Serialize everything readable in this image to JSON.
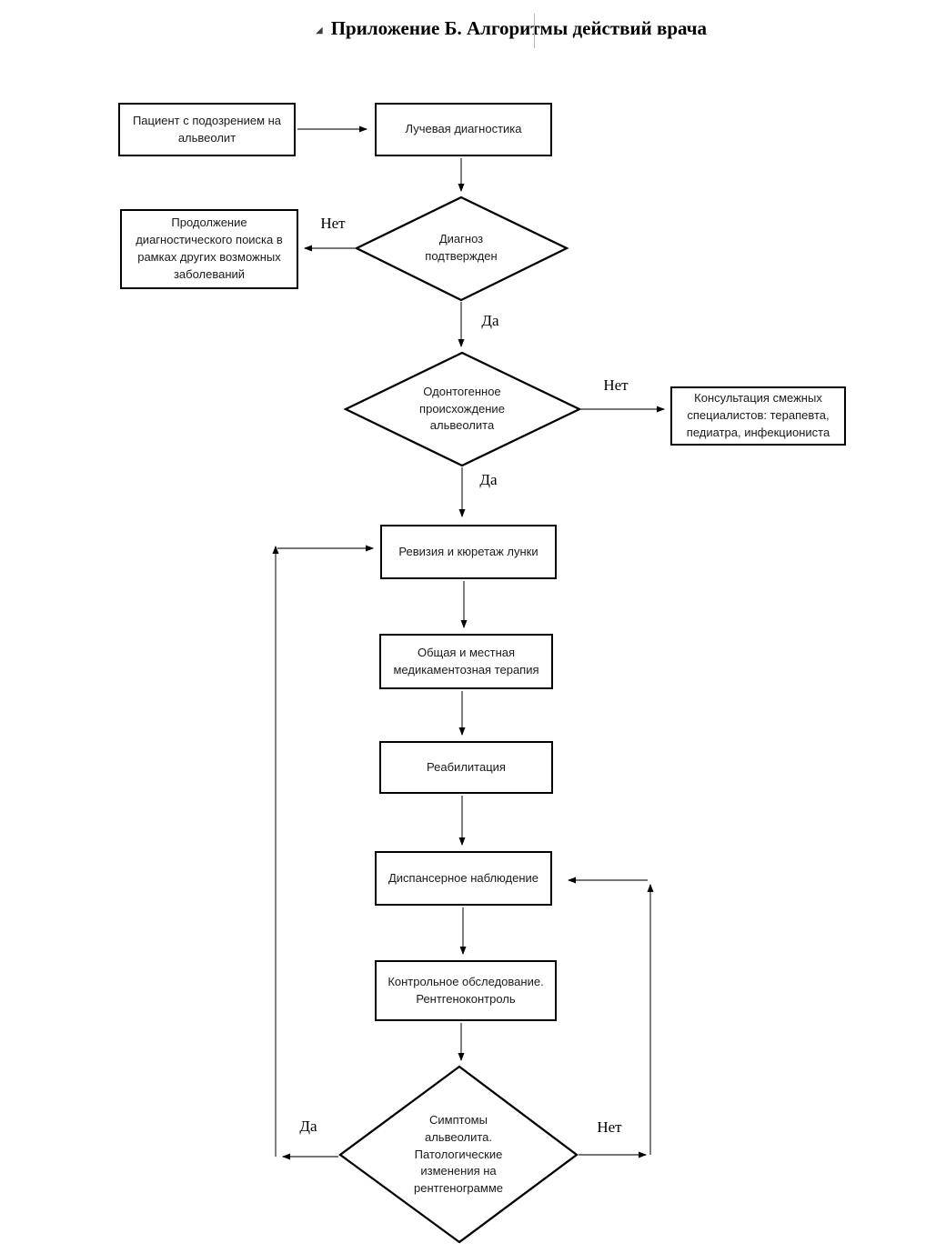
{
  "heading": {
    "collapse_marker": "◢",
    "title": "Приложение Б. Алгоритмы действий врача"
  },
  "nodes": {
    "patient": {
      "shape": "rect",
      "label": "Пациент с подозрением на\nальвеолит"
    },
    "radiology": {
      "shape": "rect",
      "label": "Лучевая диагностика"
    },
    "continue_search": {
      "shape": "rect",
      "label": "Продолжение\nдиагностического поиска в\nрамках других возможных\nзаболеваний"
    },
    "diagnosis_confirmed": {
      "shape": "diamond",
      "label": "Диагноз\nподтвержден"
    },
    "odontogenic_origin": {
      "shape": "diamond",
      "label": "Одонтогенное\nпроисхождение\nальвеолита"
    },
    "consultation": {
      "shape": "rect",
      "label": "Консультация смежных\nспециалистов: терапевта,\nпедиатра, инфекциониста"
    },
    "revision": {
      "shape": "rect",
      "label": "Ревизия и кюретаж лунки"
    },
    "therapy": {
      "shape": "rect",
      "label": "Общая и местная\nмедикаментозная терапия"
    },
    "rehabilitation": {
      "shape": "rect",
      "label": "Реабилитация"
    },
    "dispensary": {
      "shape": "rect",
      "label": "Диспансерное наблюдение"
    },
    "control_exam": {
      "shape": "rect",
      "label": "Контрольное обследование.\nРентгеноконтроль"
    },
    "symptoms": {
      "shape": "diamond",
      "label": "Симптомы\nальвеолита.\nПатологические\nизменения на\nрентгенограмме"
    }
  },
  "edge_labels": {
    "yes": "Да",
    "no": "Нет"
  },
  "colors": {
    "background": "#ffffff",
    "shape_border": "#000000",
    "connector_line": "#4a4a4a",
    "arrowhead": "#000000",
    "text": "#1a1a1a"
  }
}
